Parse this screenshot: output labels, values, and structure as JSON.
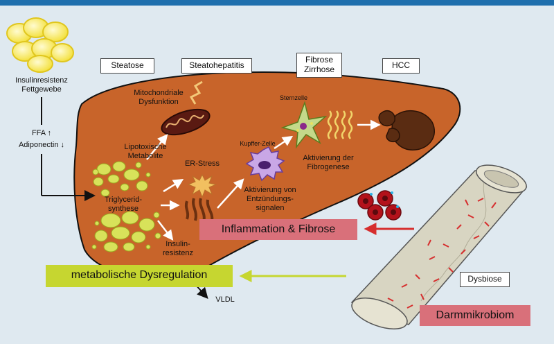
{
  "colors": {
    "liver": "#c8642a",
    "background": "#dfe9f0",
    "top_bar": "#1f6fad",
    "inflammation_box": "#d9707a",
    "dysregulation_box": "#c6d630",
    "intestine": "#d8d5c2"
  },
  "adipose": {
    "label_line1": "Insulinresistenz",
    "label_line2": "Fettgewebe",
    "ffa": "FFA ↑",
    "adiponectin": "Adiponectin ↓"
  },
  "stages": {
    "steatose": "Steatose",
    "steatohepatitis": "Steatohepatitis",
    "fibrose_line1": "Fibrose",
    "fibrose_line2": "Zirrhose",
    "hcc": "HCC"
  },
  "liver": {
    "mito_line1": "Mitochondriale",
    "mito_line2": "Dysfunktion",
    "lipo_line1": "Lipotoxische",
    "lipo_line2": "Metabolite",
    "trig_line1": "Triglycerid-",
    "trig_line2": "synthese",
    "er_stress": "ER-Stress",
    "insulin_line1": "Insulin-",
    "insulin_line2": "resistenz",
    "kupffer": "Kupffer-Zelle",
    "aktiv_line1": "Aktivierung von",
    "aktiv_line2": "Entzündungs-",
    "aktiv_line3": "signalen",
    "sternzelle": "Sternzelle",
    "fibro_line1": "Aktivierung der",
    "fibro_line2": "Fibrogenese",
    "vldl": "VLDL"
  },
  "boxes": {
    "inflammation": "Inflammation & Fibrose",
    "dysregulation": "metabolische Dysregulation",
    "dysbiose": "Dysbiose",
    "microbiome": "Darmmikrobiom"
  }
}
